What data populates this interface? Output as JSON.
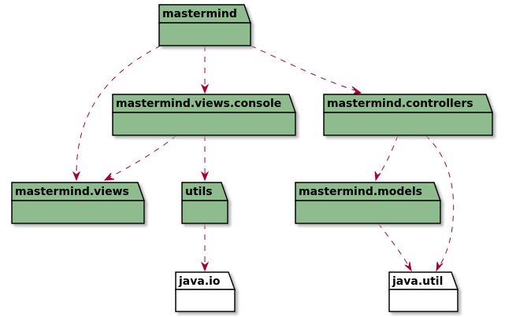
{
  "colors": {
    "package_fill": "#8FBC8F",
    "external_fill": "#FFFFFF",
    "border": "#000000",
    "arrow": "#A80036",
    "shadow": "#AAAAAA"
  },
  "packages": {
    "mastermind": {
      "label": "mastermind"
    },
    "views_console": {
      "label": "mastermind.views.console"
    },
    "controllers": {
      "label": "mastermind.controllers"
    },
    "views": {
      "label": "mastermind.views"
    },
    "utils": {
      "label": "utils"
    },
    "models": {
      "label": "mastermind.models"
    },
    "java_io": {
      "label": "java.io"
    },
    "java_util": {
      "label": "java.util"
    }
  },
  "dependencies": [
    {
      "from": "mastermind",
      "to": "views_console"
    },
    {
      "from": "mastermind",
      "to": "controllers"
    },
    {
      "from": "mastermind",
      "to": "views"
    },
    {
      "from": "views_console",
      "to": "views"
    },
    {
      "from": "views_console",
      "to": "utils"
    },
    {
      "from": "controllers",
      "to": "models"
    },
    {
      "from": "controllers",
      "to": "java_util"
    },
    {
      "from": "utils",
      "to": "java_io"
    },
    {
      "from": "models",
      "to": "java_util"
    }
  ]
}
